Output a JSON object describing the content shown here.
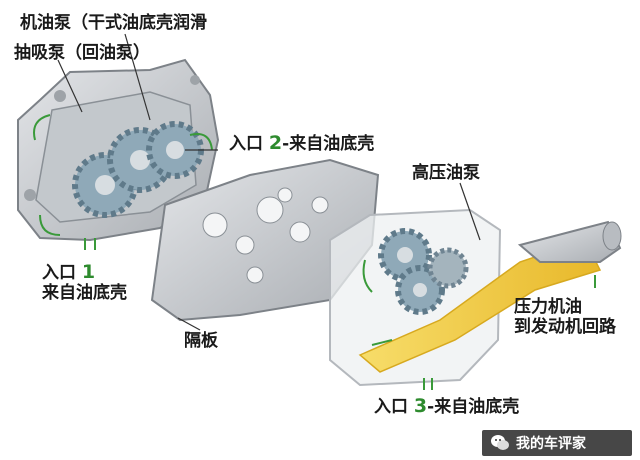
{
  "labels": {
    "title_line1": "机油泵（干式油底壳润滑",
    "title_line2": "抽吸泵（回油泵）",
    "inlet2_prefix": "入口",
    "inlet2_num": "2",
    "inlet2_suffix": "-来自油底壳",
    "high_pressure_pump": "高压油泵",
    "inlet1_prefix": "入口",
    "inlet1_num": "1",
    "inlet1_line2": "来自油底壳",
    "partition": "隔板",
    "pressure_oil_line1": "压力机油",
    "pressure_oil_line2": "到发动机回路",
    "inlet3_prefix": "入口",
    "inlet3_num": "3",
    "inlet3_suffix": "-来自油底壳"
  },
  "watermark": {
    "text": "我的车评家",
    "icon": "wechat-icon"
  },
  "colors": {
    "housing": "#c9ccd0",
    "gear": "#8fa9b8",
    "oil": "#f2cc3c",
    "arrow_green": "#3a9a3a",
    "number_green": "#2e8b2e"
  }
}
